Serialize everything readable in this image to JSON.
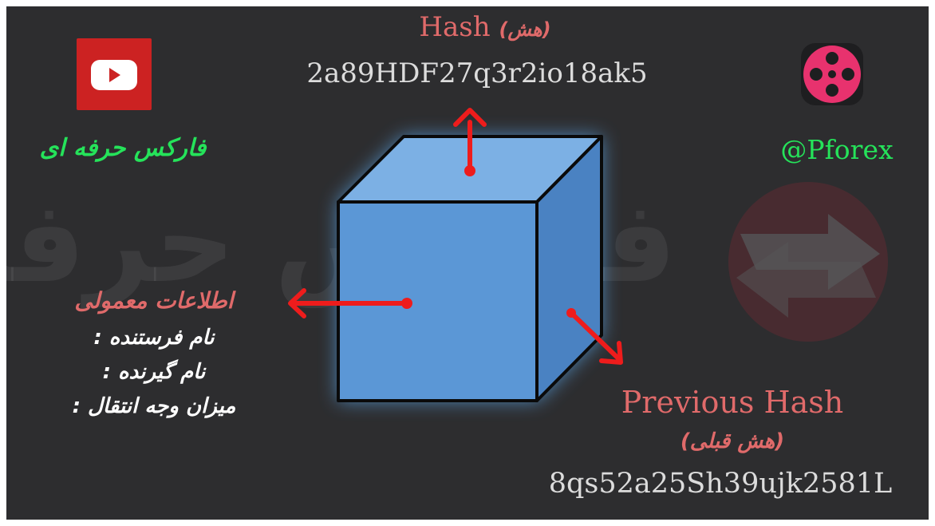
{
  "watermark": {
    "text": "فارکس حرفه‌ای"
  },
  "header": {
    "hash_label": "Hash",
    "hash_label_fa": "(هش)",
    "hash_value": "2a89HDF27q3r2io18ak5"
  },
  "brand": {
    "name_fa": "فارکس حرفه ای",
    "handle": "@Pforex"
  },
  "block_info": {
    "title": "اطلاعات معمولی",
    "lines": [
      "نام فرستنده :",
      "نام گیرنده :",
      "میزان وجه انتقال :"
    ]
  },
  "previous": {
    "label": "Previous Hash",
    "label_fa": "(هش قبلی)",
    "value": "8qs52a25Sh39ujk2581L"
  },
  "icons": {
    "youtube": "youtube-icon",
    "film": "film-reel-icon",
    "watermark_logo": "swap-arrows-logo"
  },
  "colors": {
    "background": "#2d2d2f",
    "accent_red": "#e06a6a",
    "arrow_red": "#ee1c1c",
    "brand_green": "#25e35a",
    "cube_front": "#5b97d6",
    "cube_top": "#7cb0e4",
    "cube_side": "#4a82c2"
  }
}
